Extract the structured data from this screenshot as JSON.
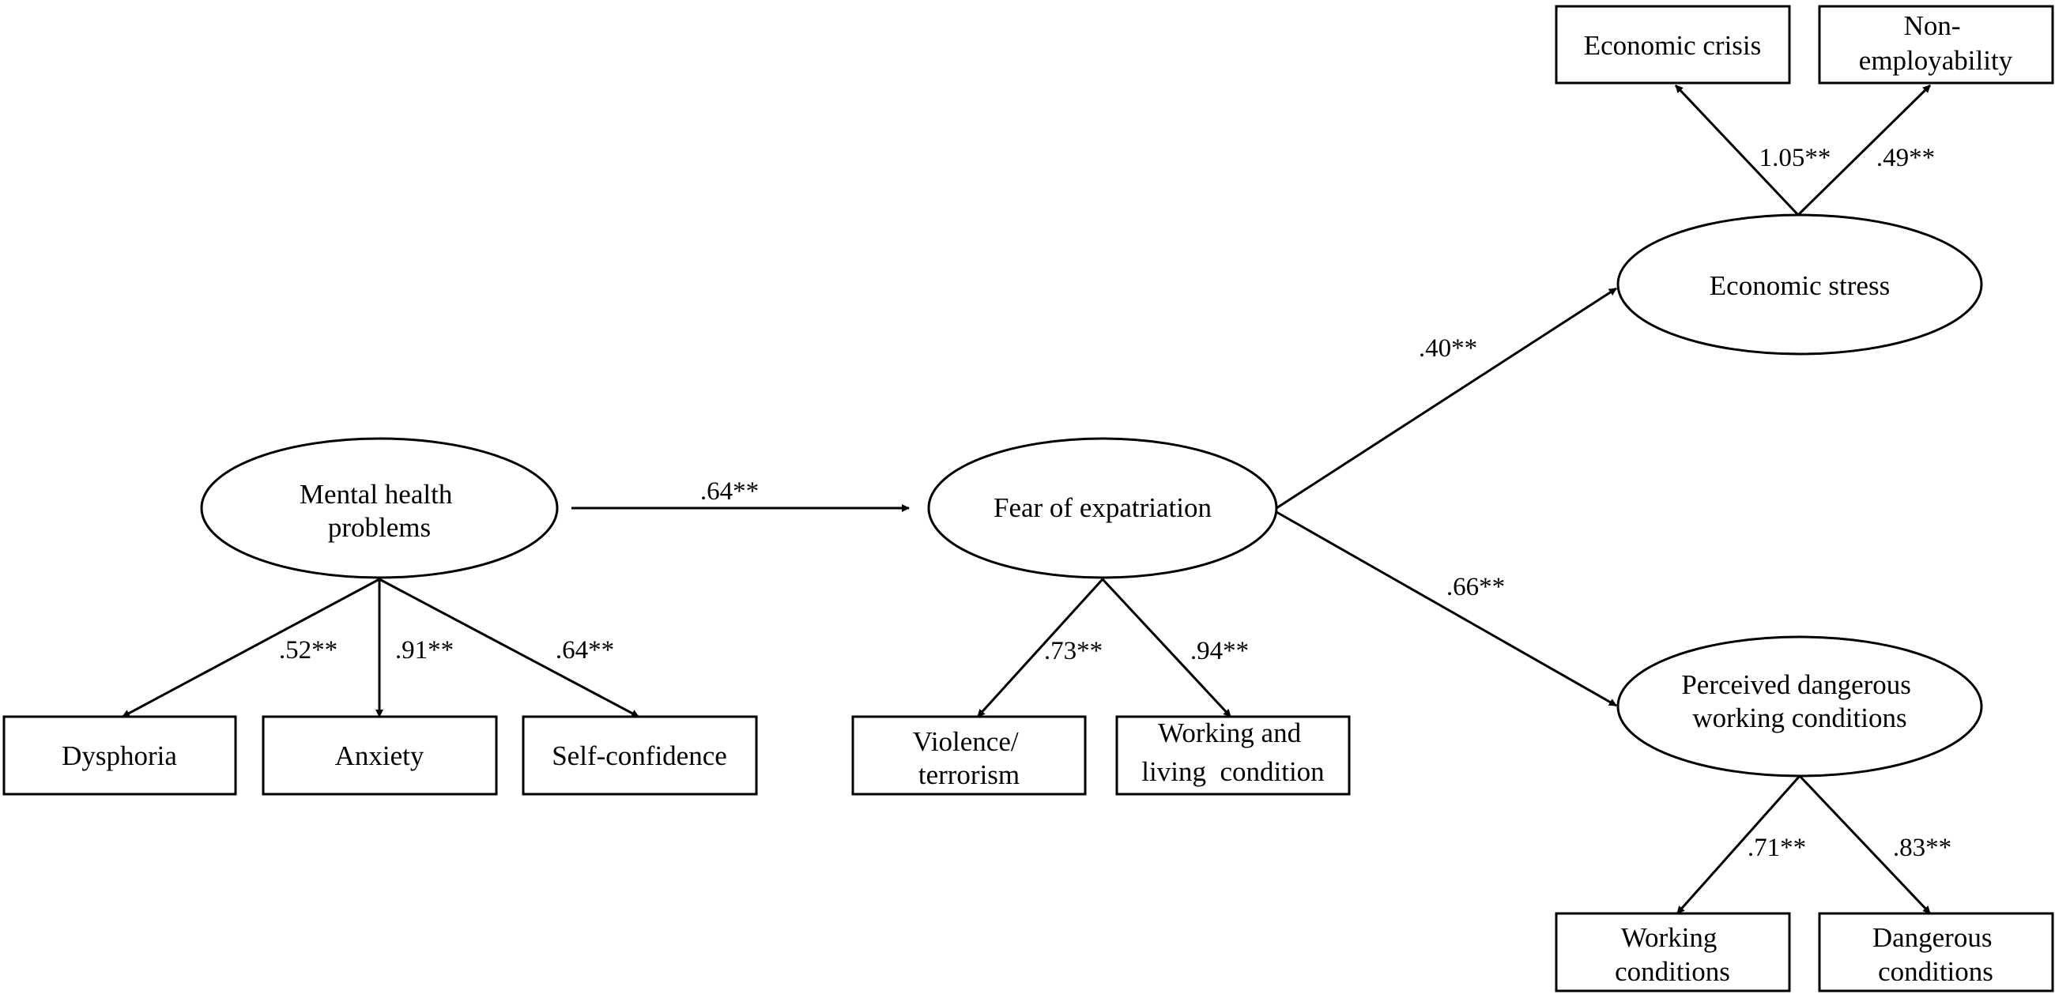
{
  "nodes": {
    "mental_health": {
      "lines": [
        "Mental health",
        "problems"
      ]
    },
    "fear_expatriation": {
      "lines": [
        "Fear of expatriation"
      ]
    },
    "economic_stress": {
      "lines": [
        "Economic stress"
      ]
    },
    "perceived_dangerous": {
      "lines": [
        "Perceived dangerous",
        "working conditions"
      ]
    },
    "dysphoria": {
      "lines": [
        "Dysphoria"
      ]
    },
    "anxiety": {
      "lines": [
        "Anxiety"
      ]
    },
    "self_confidence": {
      "lines": [
        "Self-confidence"
      ]
    },
    "violence": {
      "lines": [
        "Violence/",
        "terrorism"
      ]
    },
    "working_living": {
      "lines": [
        "Working and",
        "living  condition"
      ]
    },
    "economic_crisis": {
      "lines": [
        "Economic crisis"
      ]
    },
    "non_employability": {
      "lines": [
        "Non-",
        "employability"
      ]
    },
    "working_conditions": {
      "lines": [
        "Working",
        "conditions"
      ]
    },
    "dangerous_conditions": {
      "lines": [
        "Dangerous",
        "conditions"
      ]
    }
  },
  "paths": {
    "mh_to_fear": ".64**",
    "fear_to_econ": ".40**",
    "fear_to_perceived": ".66**",
    "mh_dysphoria": ".52**",
    "mh_anxiety": ".91**",
    "mh_selfconf": ".64**",
    "fear_violence": ".73**",
    "fear_working_living": ".94**",
    "econ_crisis": "1.05**",
    "econ_nonemploy": ".49**",
    "perc_working": ".71**",
    "perc_dangerous": ".83**"
  }
}
